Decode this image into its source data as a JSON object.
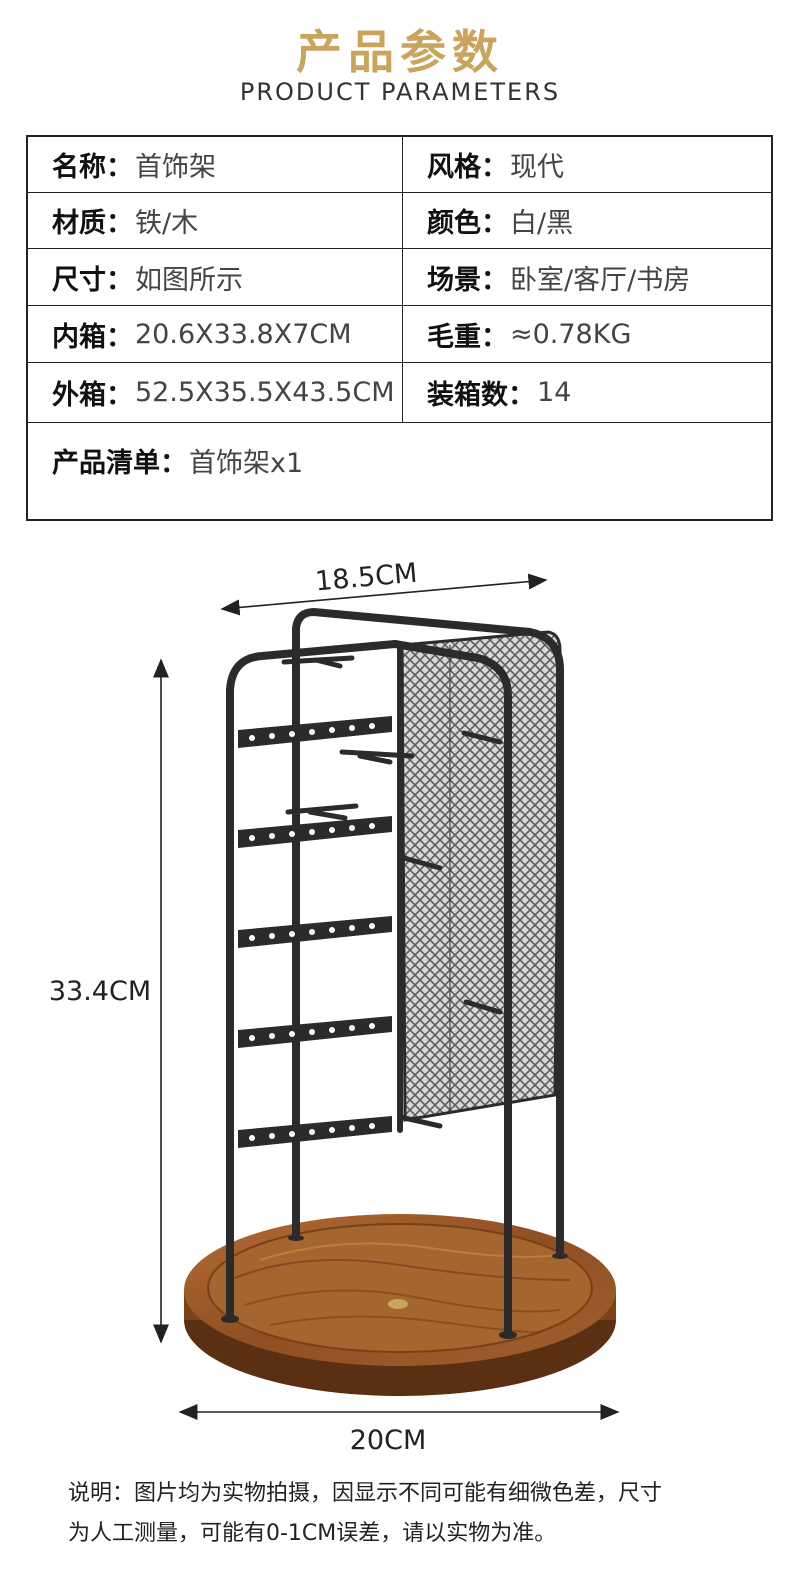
{
  "header": {
    "title_cn": "产品参数",
    "title_en": "PRODUCT PARAMETERS",
    "title_color": "#C9A45C"
  },
  "specs": {
    "rows": [
      [
        {
          "label": "名称：",
          "value": "首饰架"
        },
        {
          "label": "风格：",
          "value": "现代"
        }
      ],
      [
        {
          "label": "材质：",
          "value": "铁/木"
        },
        {
          "label": "颜色：",
          "value": "白/黑"
        }
      ],
      [
        {
          "label": "尺寸：",
          "value": "如图所示"
        },
        {
          "label": "场景：",
          "value": "卧室/客厅/书房"
        }
      ],
      [
        {
          "label": "内箱：",
          "value": "20.6X33.8X7CM"
        },
        {
          "label": "毛重：",
          "value": "≈0.78KG"
        }
      ],
      [
        {
          "label": "外箱：",
          "value": "52.5X35.5X43.5CM"
        },
        {
          "label": "装箱数：",
          "value": "14"
        }
      ]
    ],
    "list": {
      "label": "产品清单：",
      "value": "首饰架x1"
    }
  },
  "dimensions": {
    "width": "18.5CM",
    "height": "33.4CM",
    "base": "20CM"
  },
  "note": {
    "line1": "说明：图片均为实物拍摄，因显示不同可能有细微色差，尺寸",
    "line2": "为人工测量，可能有0-1CM误差，请以实物为准。"
  },
  "colors": {
    "frame": "#2b2b2b",
    "mesh": "#9a9a9a",
    "wood": "#9a5a2c",
    "wood_dark": "#6e3b18"
  }
}
